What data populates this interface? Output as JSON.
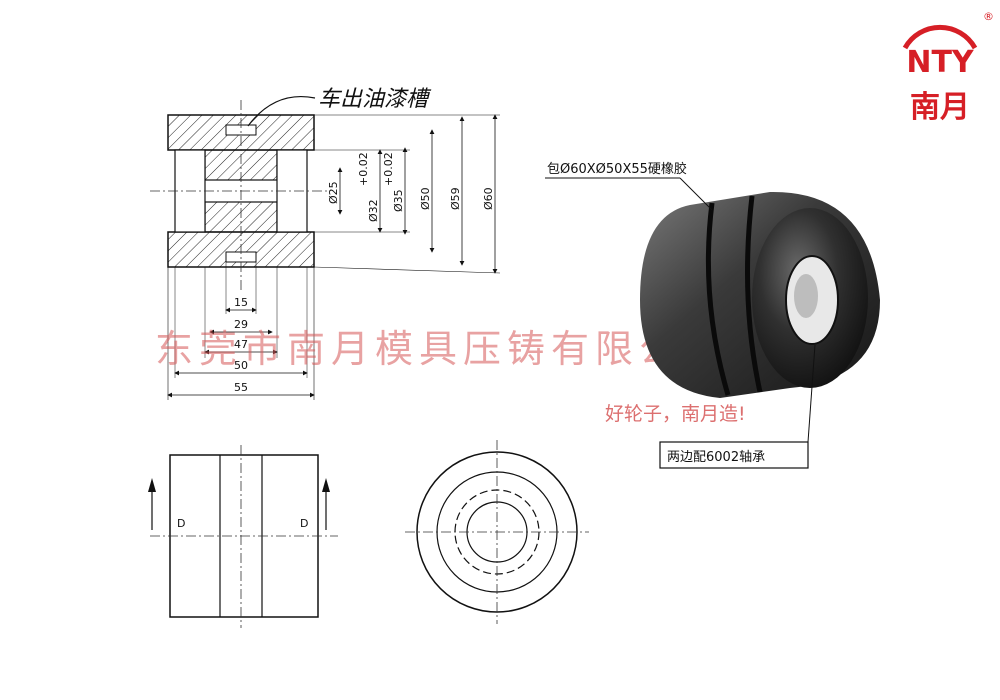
{
  "brand": {
    "logo_glyph": "NTY",
    "name": "南月",
    "registered_mark": "®",
    "color": "#d61f26"
  },
  "watermark": {
    "company": "东莞市南月模具压铸有限公司",
    "slogan": "好轮子，南月造!",
    "color": "#d65656"
  },
  "annotations": {
    "handwritten_note": "车出油漆槽",
    "rubber_spec": "包Ø60XØ50X55硬橡胶",
    "bearing_spec": "两边配6002轴承"
  },
  "dimensions": {
    "d25": "Ø25",
    "d32": "Ø32",
    "d32_tol": "+0.02",
    "d35": "Ø35",
    "d35_tol": "+0.02",
    "d50": "Ø50",
    "d59": "Ø59",
    "d60": "Ø60",
    "l15": "15",
    "l29": "29",
    "l47": "47",
    "l50": "50",
    "l55": "55"
  },
  "section": {
    "mark_left": "D",
    "mark_right": "D"
  }
}
